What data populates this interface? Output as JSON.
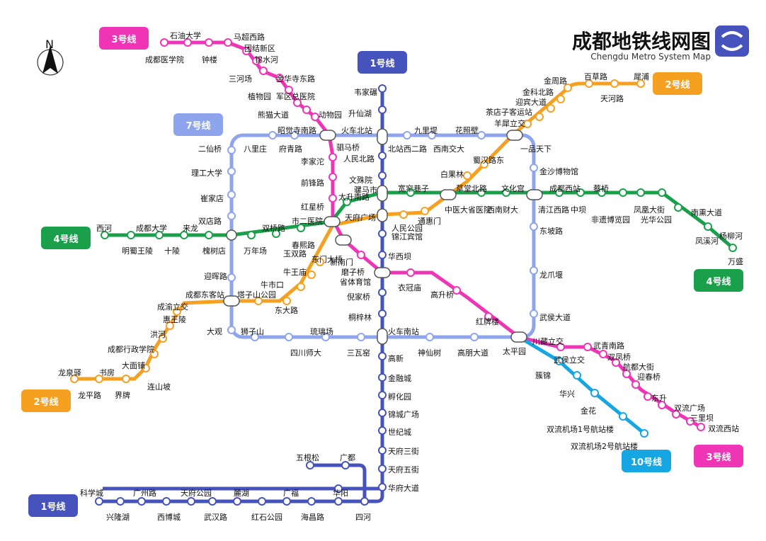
{
  "title": "成都地铁线网图",
  "subtitle": "Chengdu Metro System Map",
  "compass_label": "N",
  "colors": {
    "line1": "#4653bd",
    "line2": "#f5a020",
    "line3": "#ef34b6",
    "line4": "#1a9f4a",
    "line7": "#8ea5ee",
    "line10": "#16a6e3",
    "badge1": "#4653bd",
    "badge2": "#f5a020",
    "badge3": "#ef34b6",
    "badge4": "#1a9f4a",
    "badge7": "#8ea5ee",
    "badge10": "#16a6e3"
  },
  "badges": {
    "line1_top": "1号线",
    "line1_bottom": "1号线",
    "line2_right": "2号线",
    "line2_left": "2号线",
    "line3_top": "3号线",
    "line3_bottom": "3号线",
    "line4_left": "4号线",
    "line4_right": "4号线",
    "line7": "7号线",
    "line10": "10号线"
  },
  "stations": {
    "line1": [
      "韦家碾",
      "升仙湖",
      "火车北站",
      "人民北路",
      "文殊院",
      "骡马市",
      "天府广场",
      "锦江宾馆",
      "华西坝",
      "省体育馆",
      "倪家桥",
      "桐梓林",
      "火车南站",
      "高新",
      "金融城",
      "孵化园",
      "锦城广场",
      "世纪城",
      "天府三街",
      "天府五街",
      "华府大道",
      "四河",
      "广都",
      "五根松",
      "华阳",
      "海昌路",
      "广福",
      "红石公园",
      "麓湖",
      "武汉路",
      "天府公园",
      "西博城",
      "广州路",
      "兴隆湖",
      "科学城"
    ],
    "line2": [
      "犀浦",
      "天河路",
      "百草路",
      "金周路",
      "金科北路",
      "迎宾大道",
      "茶店子客运站",
      "羊犀立交",
      "一品天下",
      "蜀汉路东",
      "白果林",
      "中医大省医院",
      "通惠门",
      "人民公园",
      "春熙路",
      "东门大桥",
      "牛王庙",
      "牛市口",
      "东大路",
      "塔子山公园",
      "成都东客站",
      "成渝立交",
      "惠王陵",
      "洪河",
      "成都行政学院",
      "大面铺",
      "连山坡",
      "界牌",
      "书房",
      "龙平路",
      "龙泉驿"
    ],
    "line3": [
      "成都医学院",
      "石油大学",
      "钟楼",
      "马超西路",
      "团结新区",
      "锦水河",
      "三河场",
      "金华寺东路",
      "植物园",
      "军区总医院",
      "熊猫大道",
      "动物园",
      "昭觉寺南路",
      "驷马桥",
      "李家沱",
      "前锋路",
      "红星桥",
      "市二医院",
      "春熙路",
      "新南门",
      "磨子桥",
      "省体育馆",
      "衣冠庙",
      "高升桥",
      "红牌楼",
      "太平园",
      "川藏立交",
      "武侯立交",
      "武青南路",
      "双凤桥",
      "航都大街",
      "迎春桥",
      "东升",
      "双流广场",
      "三里坝",
      "双流西站"
    ],
    "line4": [
      "万盛",
      "杨柳河",
      "凤溪河",
      "南熏大道",
      "光华公园",
      "凤凰大街",
      "非遗博览园",
      "蔡桥",
      "中坝",
      "成都西站",
      "清江西路",
      "文化宫",
      "西南财大",
      "草堂北路",
      "宽窄巷子",
      "骡马市",
      "太升南路",
      "市二医院",
      "玉双路",
      "双桥路",
      "万年场",
      "槐树店",
      "来龙",
      "十陵",
      "成都大学",
      "明蜀王陵",
      "西河"
    ],
    "line7": [
      "火车北站",
      "九里堤",
      "西南交大",
      "花照壁",
      "金沙博物馆",
      "东坡路",
      "龙爪堰",
      "武侯大道",
      "太平园",
      "高朋大道",
      "神仙树",
      "三瓦窑",
      "琉璃场",
      "四川师大",
      "狮子山",
      "大观",
      "成都东客站",
      "迎晖路",
      "槐树店",
      "双店路",
      "崔家店",
      "理工大学",
      "二仙桥",
      "八里庄",
      "府青路"
    ],
    "line10": [
      "太平园",
      "武侯立交",
      "簇锦",
      "华兴",
      "金花",
      "双流机场1号航站楼",
      "双流机场2号航站楼"
    ]
  },
  "labels": {
    "l1_1": "韦家碾",
    "l1_2": "升仙湖",
    "l1_3": "火车北站",
    "l1_4": "人民北路",
    "l1_5": "文殊院",
    "l1_6": "骡马市",
    "l1_7": "天府广场",
    "l1_8": "锦江宾馆",
    "l1_9": "华西坝",
    "l1_10": "省体育馆",
    "l1_11": "倪家桥",
    "l1_12": "桐梓林",
    "l1_13": "火车南站",
    "l1_14": "高新",
    "l1_15": "金融城",
    "l1_16": "孵化园",
    "l1_17": "锦城广场",
    "l1_18": "世纪城",
    "l1_19": "天府三街",
    "l1_20": "天府五街",
    "l1_21": "华府大道",
    "l1_22": "四河",
    "l1_23": "广都",
    "l1_24": "五根松",
    "l1_25": "华阳",
    "l1_26": "海昌路",
    "l1_27": "广福",
    "l1_28": "红石公园",
    "l1_29": "麓湖",
    "l1_30": "武汉路",
    "l1_31": "天府公园",
    "l1_32": "西博城",
    "l1_33": "广州路",
    "l1_34": "兴隆湖",
    "l1_35": "科学城",
    "l2_1": "犀浦",
    "l2_2": "天河路",
    "l2_3": "百草路",
    "l2_4": "金周路",
    "l2_5": "金科北路",
    "l2_6": "迎宾大道",
    "l2_7": "茶店子客运站",
    "l2_8": "羊犀立交",
    "l2_9": "一品天下",
    "l2_10": "蜀汉路东",
    "l2_11": "白果林",
    "l2_12": "中医大省医院",
    "l2_13": "通惠门",
    "l2_14": "人民公园",
    "l2_15": "春熙路",
    "l2_16": "东门大桥",
    "l2_17": "牛王庙",
    "l2_18": "牛市口",
    "l2_19": "东大路",
    "l2_20": "塔子山公园",
    "l2_21": "成都东客站",
    "l2_22": "成渝立交",
    "l2_23": "惠王陵",
    "l2_24": "洪河",
    "l2_25": "成都行政学院",
    "l2_26": "大面铺",
    "l2_27": "连山坡",
    "l2_28": "界牌",
    "l2_29": "书房",
    "l2_30": "龙平路",
    "l2_31": "龙泉驿",
    "l3_1": "成都医学院",
    "l3_2": "石油大学",
    "l3_3": "钟楼",
    "l3_4": "马超西路",
    "l3_5": "团结新区",
    "l3_6": "锦水河",
    "l3_7": "三河场",
    "l3_8": "金华寺东路",
    "l3_9": "植物园",
    "l3_10": "军区总医院",
    "l3_11": "熊猫大道",
    "l3_12": "动物园",
    "l3_13": "昭觉寺南路",
    "l3_14": "驷马桥",
    "l3_15": "李家沱",
    "l3_16": "前锋路",
    "l3_17": "红星桥",
    "l3_18": "市二医院",
    "l3_19": "新南门",
    "l3_20": "磨子桥",
    "l3_21": "衣冠庙",
    "l3_22": "高升桥",
    "l3_23": "红牌楼",
    "l3_24": "太平园",
    "l3_25": "川藏立交",
    "l3_26": "武侯立交",
    "l3_27": "武青南路",
    "l3_28": "双凤桥",
    "l3_29": "航都大街",
    "l3_30": "迎春桥",
    "l3_31": "东升",
    "l3_32": "双流广场",
    "l3_33": "三里坝",
    "l3_34": "双流西站",
    "l4_1": "万盛",
    "l4_2": "杨柳河",
    "l4_3": "凤溪河",
    "l4_4": "南熏大道",
    "l4_5": "光华公园",
    "l4_6": "凤凰大街",
    "l4_7": "非遗博览园",
    "l4_8": "蔡桥",
    "l4_9": "中坝",
    "l4_10": "成都西站",
    "l4_11": "清江西路",
    "l4_12": "文化宫",
    "l4_13": "西南财大",
    "l4_14": "草堂北路",
    "l4_15": "宽窄巷子",
    "l4_16": "太升南路",
    "l4_17": "玉双路",
    "l4_18": "双桥路",
    "l4_19": "万年场",
    "l4_20": "槐树店",
    "l4_21": "来龙",
    "l4_22": "十陵",
    "l4_23": "成都大学",
    "l4_24": "明蜀王陵",
    "l4_25": "西河",
    "l7_1": "九里堤",
    "l7_2": "西南交大",
    "l7_3": "花照壁",
    "l7_4": "金沙博物馆",
    "l7_5": "东坡路",
    "l7_6": "龙爪堰",
    "l7_7": "武侯大道",
    "l7_8": "高朋大道",
    "l7_9": "神仙树",
    "l7_10": "三瓦窑",
    "l7_11": "琉璃场",
    "l7_12": "四川师大",
    "l7_13": "狮子山",
    "l7_14": "大观",
    "l7_15": "迎晖路",
    "l7_16": "双店路",
    "l7_17": "崔家店",
    "l7_18": "理工大学",
    "l7_19": "二仙桥",
    "l7_20": "八里庄",
    "l7_21": "府青路",
    "l7_22": "北站西二路",
    "l10_1": "簇锦",
    "l10_2": "华兴",
    "l10_3": "金花",
    "l10_4": "双流机场1号航站楼",
    "l10_5": "双流机场2号航站楼"
  }
}
